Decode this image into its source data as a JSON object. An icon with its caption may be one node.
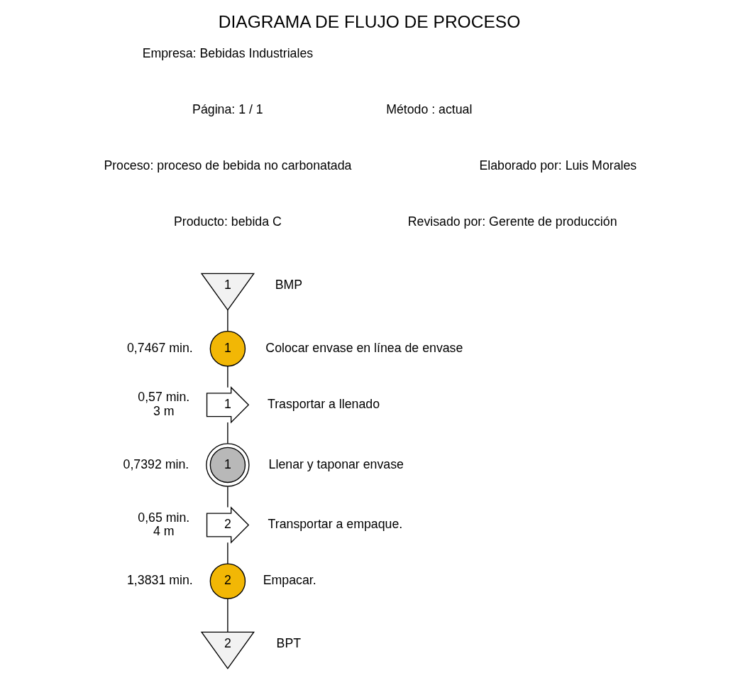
{
  "diagram": {
    "title": "DIAGRAMA DE FLUJO DE PROCESO",
    "nodes": [
      {
        "text": [
          "1"
        ],
        "beside": [
          "BMP"
        ]
      },
      {
        "text": [
          "1"
        ],
        "beside": [
          "0,7467 min.",
          "Colocar envase en línea de envase"
        ]
      },
      {
        "text": [
          "1"
        ],
        "beside": [
          "0,57 min.",
          "3 m",
          "Trasportar a llenado"
        ]
      },
      {
        "text": [
          "1"
        ],
        "beside": [
          "0,7392 min.",
          "Llenar y taponar envase"
        ]
      },
      {
        "text": [
          "2"
        ],
        "beside": [
          "0,65 min.",
          "4 m",
          "Transportar a empaque."
        ]
      },
      {
        "text": [
          "2"
        ],
        "beside": [
          "1,3831 min.",
          "Empacar."
        ]
      },
      {
        "text": [
          "2"
        ],
        "beside": [
          "BPT"
        ]
      }
    ],
    "edges": [
      {
        "from": 0,
        "to": 1,
        "arrow": "none"
      },
      {
        "from": 1,
        "to": 2,
        "arrow": "none"
      },
      {
        "from": 2,
        "to": 3,
        "arrow": "none"
      },
      {
        "from": 3,
        "to": 4,
        "arrow": "none"
      },
      {
        "from": 4,
        "to": 5,
        "arrow": "none"
      },
      {
        "from": 5,
        "to": 6,
        "arrow": "none"
      }
    ],
    "labels": [
      "Empresa: Bebidas Industriales",
      "Página: 1 / 1",
      "Método : actual",
      "Proceso: proceso de bebida no carbonatada",
      "Elaborado por: Luis Morales",
      "Producto: bebida C",
      "Revisado por: Gerente de producción"
    ]
  }
}
